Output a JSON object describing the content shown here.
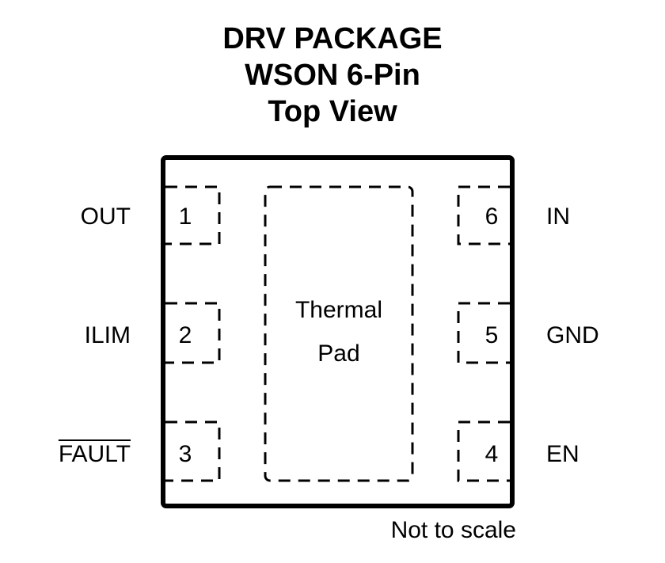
{
  "title": {
    "line1": "DRV PACKAGE",
    "line2": "WSON 6-Pin",
    "line3": "Top View"
  },
  "pins": {
    "left": [
      {
        "number": "1",
        "name": "OUT"
      },
      {
        "number": "2",
        "name": "ILIM"
      },
      {
        "number": "3",
        "name": "FAULT"
      }
    ],
    "right": [
      {
        "number": "6",
        "name": "IN"
      },
      {
        "number": "5",
        "name": "GND"
      },
      {
        "number": "4",
        "name": "EN"
      }
    ]
  },
  "thermal_pad": {
    "line1": "Thermal",
    "line2": "Pad"
  },
  "note": "Not to scale",
  "colors": {
    "ink": "#000000",
    "background": "#ffffff"
  }
}
